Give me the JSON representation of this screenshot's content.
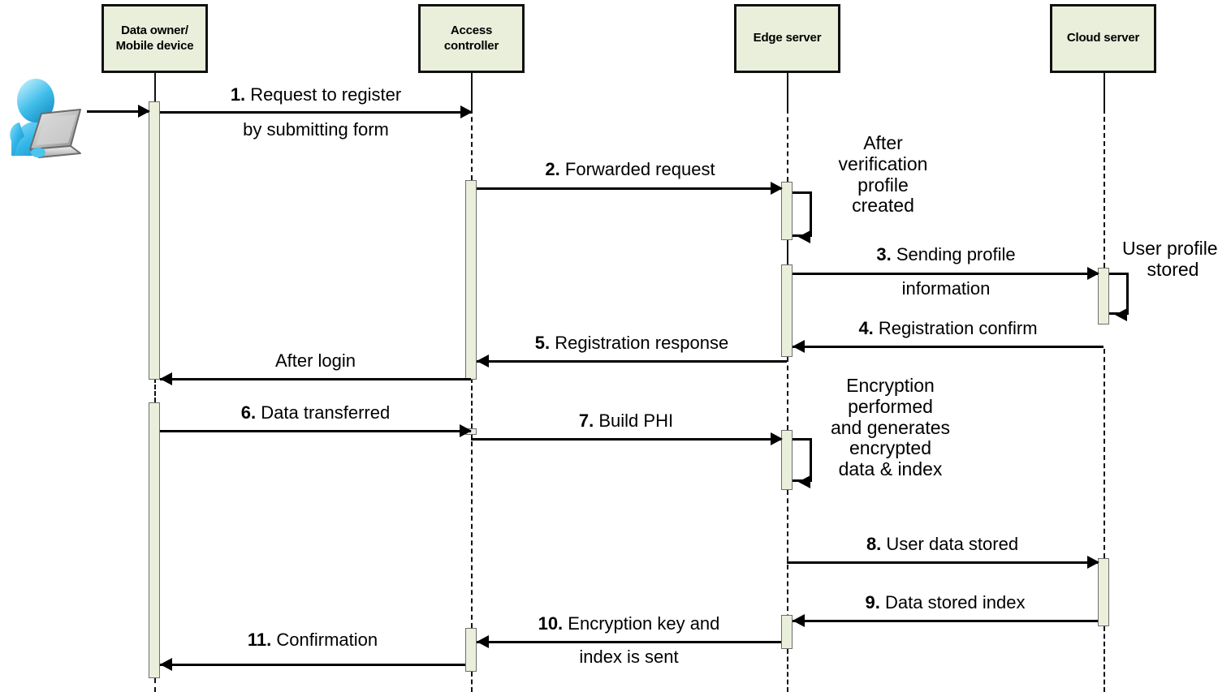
{
  "diagram": {
    "type": "uml-sequence-diagram",
    "title": "",
    "background": "#ffffff",
    "box_fill": "#eaefdc",
    "line_color": "#111111"
  },
  "actor": {
    "name": "user-with-laptop",
    "body_color": "#29abe2",
    "laptop_color": "#b3b3b3"
  },
  "participants": [
    {
      "id": "data-owner",
      "label": "Data owner/\nMobile device",
      "line1": "Data owner/",
      "line2": "Mobile device"
    },
    {
      "id": "access-controller",
      "label": "Access\ncontroller",
      "line1": "Access",
      "line2": "controller"
    },
    {
      "id": "edge-server",
      "label": "Edge server",
      "line1": "Edge server",
      "line2": ""
    },
    {
      "id": "cloud-server",
      "label": "Cloud server",
      "line1": "Cloud server",
      "line2": ""
    }
  ],
  "messages": [
    {
      "num": "",
      "text": "",
      "from": "actor",
      "to": "data-owner"
    },
    {
      "num": "1.",
      "text": "Request to register",
      "text2": "by submitting form",
      "from": "data-owner",
      "to": "access-controller"
    },
    {
      "num": "2.",
      "text": "Forwarded request",
      "text2": "",
      "from": "access-controller",
      "to": "edge-server"
    },
    {
      "num": "3.",
      "text": "Sending profile",
      "text2": "information",
      "from": "edge-server",
      "to": "cloud-server"
    },
    {
      "num": "4.",
      "text": "Registration confirm",
      "text2": "",
      "from": "cloud-server",
      "to": "edge-server"
    },
    {
      "num": "5.",
      "text": "Registration response",
      "text2": "",
      "from": "edge-server",
      "to": "access-controller"
    },
    {
      "num": "",
      "text": "After login",
      "text2": "",
      "from": "access-controller",
      "to": "data-owner"
    },
    {
      "num": "6.",
      "text": "Data transferred",
      "text2": "",
      "from": "data-owner",
      "to": "access-controller"
    },
    {
      "num": "7.",
      "text": "Build PHI",
      "text2": "",
      "from": "access-controller",
      "to": "edge-server"
    },
    {
      "num": "8.",
      "text": "User data stored",
      "text2": "",
      "from": "edge-server",
      "to": "cloud-server"
    },
    {
      "num": "9.",
      "text": "Data stored index",
      "text2": "",
      "from": "cloud-server",
      "to": "edge-server"
    },
    {
      "num": "10.",
      "text": "Encryption key and",
      "text2": "index is sent",
      "from": "edge-server",
      "to": "access-controller"
    },
    {
      "num": "11.",
      "text": "Confirmation",
      "text2": "",
      "from": "access-controller",
      "to": "data-owner"
    }
  ],
  "notes": [
    {
      "id": "note-verification",
      "on": "edge-server",
      "lines": [
        "After",
        "verification",
        "profile",
        "created"
      ]
    },
    {
      "id": "note-user-profile",
      "on": "cloud-server",
      "lines": [
        "User profile",
        "stored"
      ]
    },
    {
      "id": "note-encryption",
      "on": "edge-server",
      "lines": [
        "Encryption",
        "performed",
        "and generates",
        "encrypted",
        "data & index"
      ]
    }
  ],
  "labels": {
    "m1a": "Request to register",
    "m1b": "by submitting form",
    "n1": "1.",
    "m2a": "Forwarded request",
    "n2": "2.",
    "m3a": "Sending profile",
    "m3b": "information",
    "n3": "3.",
    "m4a": "Registration confirm",
    "n4": "4.",
    "m5a": "Registration response",
    "n5": "5.",
    "mlogin": "After login",
    "m6a": "Data transferred",
    "n6": "6.",
    "m7a": "Build PHI",
    "n7": "7.",
    "m8a": "User data stored",
    "n8": "8.",
    "m9a": "Data stored index",
    "n9": "9.",
    "m10a": "Encryption key and",
    "m10b": "index is sent",
    "n10": "10.",
    "m11a": "Confirmation",
    "n11": "11.",
    "note1l1": "After",
    "note1l2": "verification",
    "note1l3": "profile",
    "note1l4": "created",
    "note2l1": "User profile",
    "note2l2": "stored",
    "note3l1": "Encryption",
    "note3l2": "performed",
    "note3l3": "and generates",
    "note3l4": "encrypted",
    "note3l5": "data & index",
    "p1l1": "Data owner/",
    "p1l2": "Mobile device",
    "p2l1": "Access",
    "p2l2": "controller",
    "p3l1": "Edge server",
    "p4l1": "Cloud server"
  }
}
